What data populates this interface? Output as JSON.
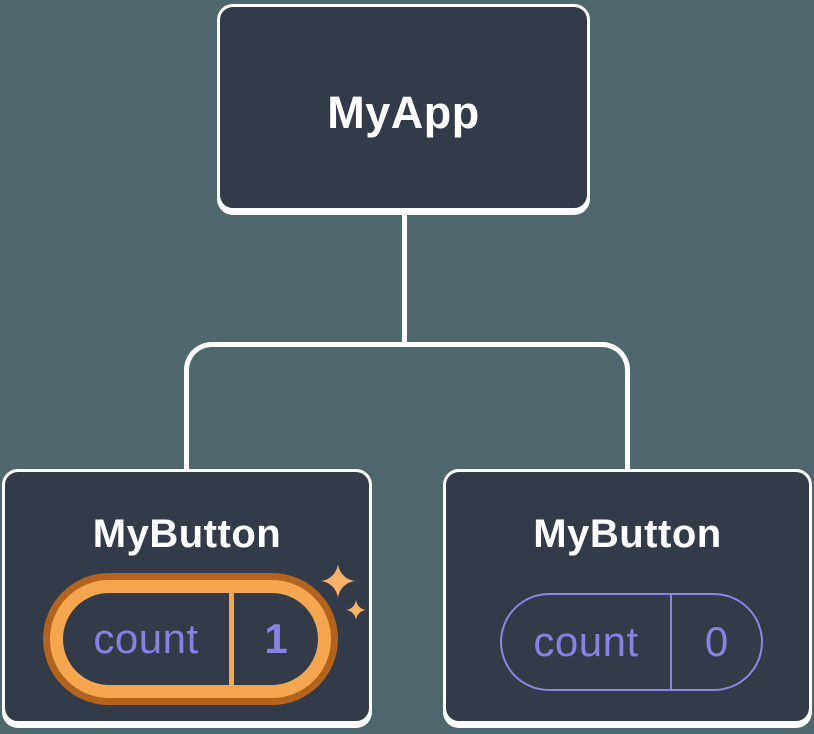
{
  "diagram": {
    "title_hint": "React component tree with state",
    "root": {
      "label": "MyApp"
    },
    "children": [
      {
        "label": "MyButton",
        "state": {
          "key": "count",
          "value": "1"
        },
        "highlighted": true
      },
      {
        "label": "MyButton",
        "state": {
          "key": "count",
          "value": "0"
        },
        "highlighted": false
      }
    ]
  },
  "icons": {
    "sparkle": "four-point-star"
  },
  "colors": {
    "background": "#4d676c",
    "node_fill": "#343b48",
    "node_border": "#ffffff",
    "connector": "#ffffff",
    "label_text": "#ffffff",
    "state_text": "#8781e2",
    "state_outline": "#8a85e6",
    "highlight_ring_light": "#f5a74f",
    "highlight_ring_dark": "#b2641f",
    "sparkle": "#f9b269"
  }
}
